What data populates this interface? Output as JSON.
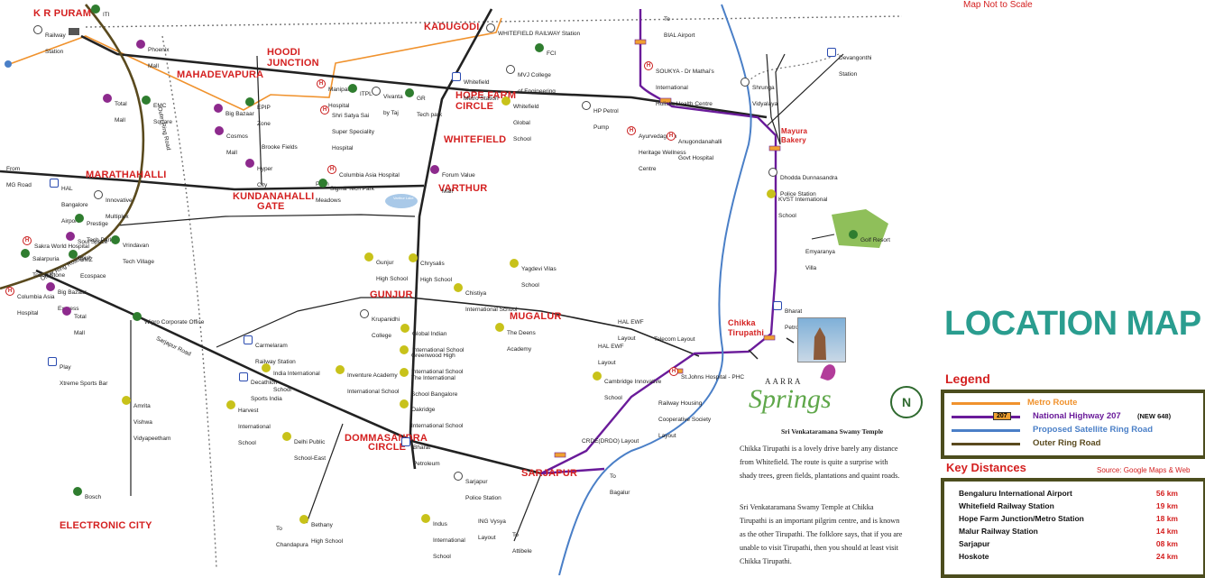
{
  "note": "Map Not to Scale",
  "title": "LOCATION MAP",
  "areas": [
    {
      "id": "krpuram",
      "text": "K R PURAM"
    },
    {
      "id": "kadugodi",
      "text": "KADUGODI"
    },
    {
      "id": "hoodi1",
      "text": "HOODI"
    },
    {
      "id": "hoodi2",
      "text": "JUNCTION"
    },
    {
      "id": "mahadevapura",
      "text": "MAHADEVAPURA"
    },
    {
      "id": "hopefarm1",
      "text": "HOPE FARM"
    },
    {
      "id": "hopefarm2",
      "text": "CIRCLE"
    },
    {
      "id": "whitefield",
      "text": "WHITEFIELD"
    },
    {
      "id": "marathahalli",
      "text": "MARATHAHALLI"
    },
    {
      "id": "kundan1",
      "text": "KUNDANAHALLI"
    },
    {
      "id": "kundan2",
      "text": "GATE"
    },
    {
      "id": "varthur",
      "text": "VARTHUR"
    },
    {
      "id": "mayura1",
      "text": "Mayura"
    },
    {
      "id": "mayura2",
      "text": "Bakery"
    },
    {
      "id": "gunjur",
      "text": "GUNJUR"
    },
    {
      "id": "mugalur",
      "text": "MUGALUR"
    },
    {
      "id": "chikka1",
      "text": "Chikka"
    },
    {
      "id": "chikka2",
      "text": "Tirupathi"
    },
    {
      "id": "domm1",
      "text": "DOMMASANDRA"
    },
    {
      "id": "domm2",
      "text": "CIRCLE"
    },
    {
      "id": "sarjapur",
      "text": "SARJAPUR"
    },
    {
      "id": "electronic",
      "text": "ELECTRONIC CITY"
    }
  ],
  "places": [
    {
      "text": "ITI",
      "icon": "g"
    },
    {
      "text": "Railway\nStation",
      "icon": "k"
    },
    {
      "text": "Phoenix\nMall",
      "icon": "m"
    },
    {
      "text": "To\nBIAL Airport",
      "icon": ""
    },
    {
      "text": "Devangonthi\nStation",
      "icon": "b"
    },
    {
      "text": "WHITEFIELD RAILWAY Station",
      "icon": "k"
    },
    {
      "text": "FCI",
      "icon": "g"
    },
    {
      "text": "MVJ College\nof Engineering",
      "icon": "k"
    },
    {
      "text": "SOUKYA - Dr Mathai's\nInternational\nHolistic Health Centre",
      "icon": "h"
    },
    {
      "text": "Whitefield\nMetro Station",
      "icon": "b"
    },
    {
      "text": "Shrunga\nVidyalaya",
      "icon": "k"
    },
    {
      "text": "Total\nMall",
      "icon": "m"
    },
    {
      "text": "EMC\nSquare",
      "icon": "g"
    },
    {
      "text": "Big Bazaar",
      "icon": "m"
    },
    {
      "text": "EPIP\nZone",
      "icon": "g"
    },
    {
      "text": "Manipal\nHospital",
      "icon": "h"
    },
    {
      "text": "ITPL",
      "icon": "g"
    },
    {
      "text": "Vivanta\nby Taj",
      "icon": "k"
    },
    {
      "text": "GR\nTech park",
      "icon": "g"
    },
    {
      "text": "Whitefield\nGlobal\nSchool",
      "icon": "y"
    },
    {
      "text": "HP Petrol\nPump",
      "icon": "k"
    },
    {
      "text": "Shri Satya Sai\nSuper Speciality\nHospital",
      "icon": "h"
    },
    {
      "text": "Cosmos\nMall",
      "icon": "m"
    },
    {
      "text": "Brooke Fields",
      "icon": ""
    },
    {
      "text": "Ayurvedagram\nHeritage Wellness\nCentre",
      "icon": "h"
    },
    {
      "text": "Anugondanahalli\nGovt Hospital",
      "icon": "h"
    },
    {
      "text": "Hyper\nCity",
      "icon": "m"
    },
    {
      "text": "From\nMG Road",
      "icon": ""
    },
    {
      "text": "Columbia Asia Hospital",
      "icon": "h"
    },
    {
      "text": "Forum Value\nMall",
      "icon": "m"
    },
    {
      "text": "Palm\nMeadows",
      "icon": ""
    },
    {
      "text": "Sigma Tech Park",
      "icon": "g"
    },
    {
      "text": "Dhodda Dunnasandra\nPolice Station",
      "icon": "k"
    },
    {
      "text": "HAL\nBangalore\nAirport",
      "icon": "b"
    },
    {
      "text": "Innovative\nMultiplex",
      "icon": "k"
    },
    {
      "text": "KVST International\nSchool",
      "icon": "y"
    },
    {
      "text": "Prestige\nTech Park",
      "icon": "g"
    },
    {
      "text": "Golf Resort",
      "icon": "g"
    },
    {
      "text": "Soul Space\nSpirit",
      "icon": "m"
    },
    {
      "text": "Vrindavan\nTech Village",
      "icon": "g"
    },
    {
      "text": "Sakra World Hospital",
      "icon": "h"
    },
    {
      "text": "Salarpuria\nTouch Stone",
      "icon": "g"
    },
    {
      "text": "BMZ\nEcospace",
      "icon": "g"
    },
    {
      "text": "Gunjur\nHigh School",
      "icon": "y"
    },
    {
      "text": "Chrysalis\nHigh School",
      "icon": "y"
    },
    {
      "text": "Yagdevi Vilas\nSchool",
      "icon": "y"
    },
    {
      "text": "Emyaranya\nVilla",
      "icon": ""
    },
    {
      "text": "Big Bazaar\nExpress",
      "icon": "m"
    },
    {
      "text": "Chistiya\nInternational School",
      "icon": "y"
    },
    {
      "text": "Columbia Asia\nHospital",
      "icon": "h"
    },
    {
      "text": "Total\nMall",
      "icon": "m"
    },
    {
      "text": "Wipro Corporate Office",
      "icon": "g"
    },
    {
      "text": "Krupanidhi\nCollege",
      "icon": "k"
    },
    {
      "text": "Bharat\nPetroleum",
      "icon": "b"
    },
    {
      "text": "HAL EWF\nLayout",
      "icon": ""
    },
    {
      "text": "Carmelaram\nRailway Station",
      "icon": "b"
    },
    {
      "text": "Global Indian\nInternational School",
      "icon": "y"
    },
    {
      "text": "The Deens\nAcademy",
      "icon": "y"
    },
    {
      "text": "Telecom Layout",
      "icon": ""
    },
    {
      "text": "HAL EWF\nLayout",
      "icon": ""
    },
    {
      "text": "Greenwood High\nInternational School",
      "icon": "y"
    },
    {
      "text": "Play\nXtreme Sports Bar",
      "icon": "b"
    },
    {
      "text": "India International\nSchool",
      "icon": "y"
    },
    {
      "text": "Decathlon\nSports India",
      "icon": "b"
    },
    {
      "text": "Inventure Academy\nInternational School",
      "icon": "y"
    },
    {
      "text": "The International\nSchool Bangalore",
      "icon": "y"
    },
    {
      "text": "St.Johns Hospital - PHC",
      "icon": "h"
    },
    {
      "text": "Cambridge Innovative\nSchool",
      "icon": "y"
    },
    {
      "text": "Railway Housing\nCooperative Society\nLayout",
      "icon": ""
    },
    {
      "text": "Amrita\nVishwa\nVidyapeetham",
      "icon": "y"
    },
    {
      "text": "Harvest\nInternational\nSchool",
      "icon": "y"
    },
    {
      "text": "Oakridge\nInternational School",
      "icon": "y"
    },
    {
      "text": "Delhi Public\nSchool-East",
      "icon": "y"
    },
    {
      "text": "Bharat\nPetroleum",
      "icon": "b"
    },
    {
      "text": "CRDE(DRDO) Layout",
      "icon": ""
    },
    {
      "text": "Sarjapur\nPolice Station",
      "icon": "k"
    },
    {
      "text": "To\nBagalur",
      "icon": ""
    },
    {
      "text": "Bosch",
      "icon": "g"
    },
    {
      "text": "To\nChandapura",
      "icon": ""
    },
    {
      "text": "Bethany\nHigh School",
      "icon": "y"
    },
    {
      "text": "Indus\nInternational\nSchool",
      "icon": "y"
    },
    {
      "text": "ING Vysya\nLayout",
      "icon": ""
    },
    {
      "text": "To\nAttibele",
      "icon": ""
    }
  ],
  "road_labels": {
    "outer_ring_road_1": "Outer Ring Road",
    "outer_ring_road_2": "Outer Ring Road",
    "sarjapur_road": "Sarjapur Road",
    "lake": "Varthur Lake"
  },
  "project": {
    "logo_top": "AARRA",
    "logo_main": "Springs",
    "compass": "N",
    "temple_title": "Sri Venkataramana Swamy Temple",
    "para1": "Chikka Tirupathi is a lovely drive barely any distance\nfrom Whitefield. The route is quite a surprise with\nshady trees, green fields, plantations and quaint roads.",
    "para2": "Sri Venkataramana Swamy Temple at Chikka\nTirupathi is an important pilgrim centre, and is known\nas the other Tirupathi. The folklore says, that if you are\nunable to visit Tirupathi, then you should at least visit\nChikka Tirupathi."
  },
  "legend": {
    "title": "Legend",
    "items": [
      {
        "label": "Metro Route",
        "color": "#f0922d"
      },
      {
        "label": "National Highway 207",
        "suffix": "(NEW 648)",
        "badge": "207",
        "color": "#6a1b9a"
      },
      {
        "label": "Proposed Satellite Ring Road",
        "color": "#4a7fc7"
      },
      {
        "label": "Outer Ring Road",
        "color": "#5a4a1e"
      }
    ]
  },
  "key_distances": {
    "title": "Key Distances",
    "source": "Source: Google Maps & Web",
    "rows": [
      {
        "place": "Bengaluru International Airport",
        "km": "56 km"
      },
      {
        "place": "Whitefield Railway Station",
        "km": "19 km"
      },
      {
        "place": "Hope Farm Junction/Metro Station",
        "km": "18 km"
      },
      {
        "place": "Malur Railway Station",
        "km": "14 km"
      },
      {
        "place": "Sarjapur",
        "km": "08 km"
      },
      {
        "place": "Hoskote",
        "km": "24 km"
      }
    ]
  },
  "colors": {
    "metro": "#f0922d",
    "nh207": "#6a1b9a",
    "satellite": "#4a7fc7",
    "orr": "#5a4a1e",
    "area_red": "#d42020",
    "title_teal": "#2a9d8f",
    "box_border": "#4c4d1e"
  }
}
